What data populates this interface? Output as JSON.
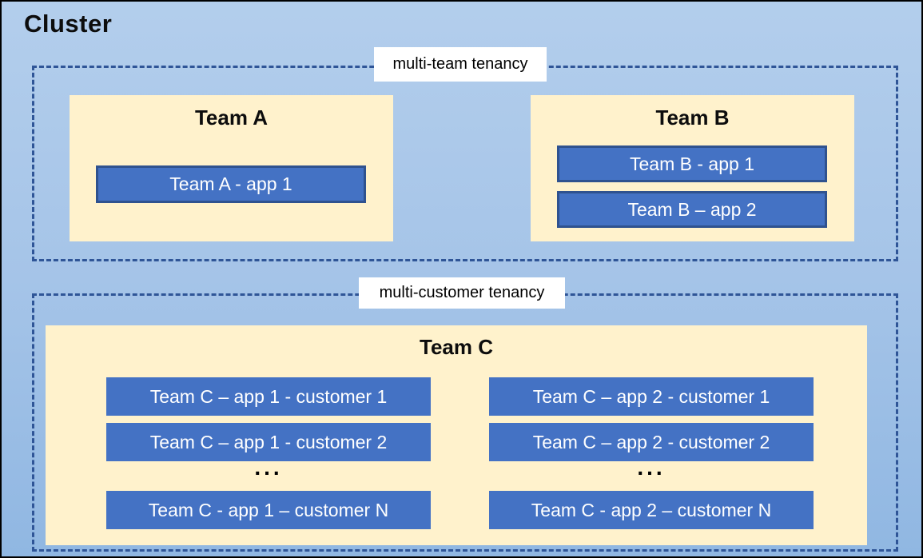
{
  "cluster_title": "Cluster",
  "multi_team": {
    "label": "multi-team tenancy",
    "team_a": {
      "title": "Team A",
      "apps": [
        "Team A - app 1"
      ]
    },
    "team_b": {
      "title": "Team B",
      "apps": [
        "Team B - app 1",
        "Team B – app 2"
      ]
    }
  },
  "multi_customer": {
    "label": "multi-customer tenancy",
    "team_c": {
      "title": "Team C",
      "col1": {
        "apps": [
          "Team C – app 1 - customer 1",
          "Team C – app 1 - customer 2",
          "Team C - app 1 – customer N"
        ],
        "ellipsis": "..."
      },
      "col2": {
        "apps": [
          "Team C – app 2 - customer 1",
          "Team C – app 2 - customer 2",
          "Team C - app 2 – customer N"
        ],
        "ellipsis": "..."
      }
    }
  },
  "colors": {
    "background_top": "#B3CEEC",
    "background_bottom": "#90B7E2",
    "team_panel_fill": "#FFF2CC",
    "app_fill": "#4472C4",
    "app_border": "#2F528F",
    "dashed_border": "#2F5597",
    "app_text": "#FFFFFF",
    "title_text": "#0D0D0D",
    "label_background": "#FFFFFF"
  }
}
